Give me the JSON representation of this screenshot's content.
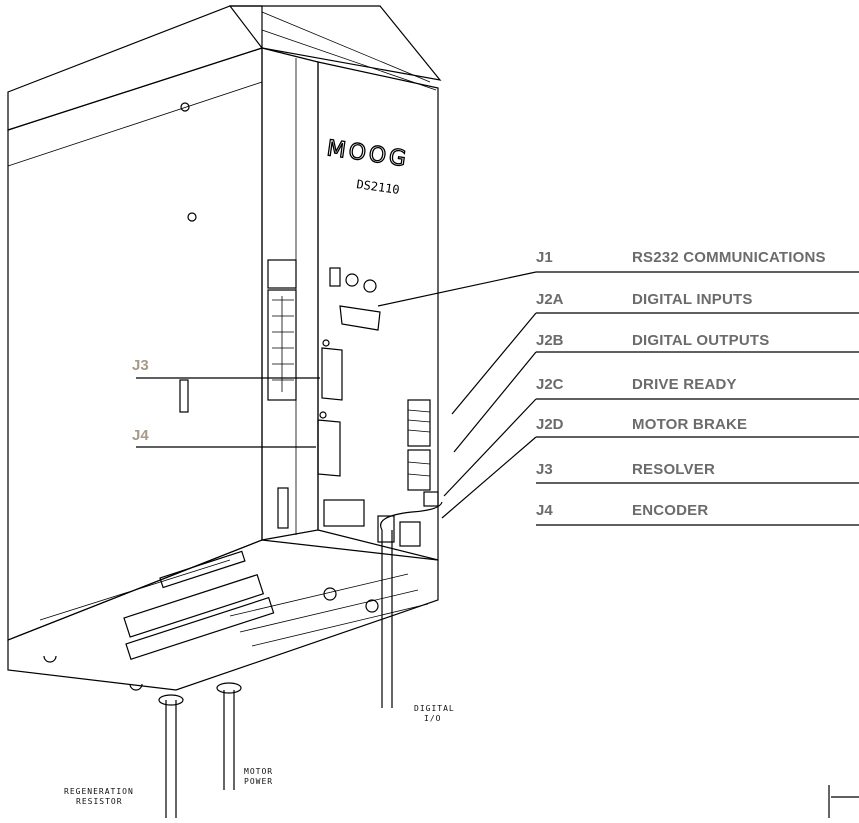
{
  "device": {
    "brand": "MOOG",
    "model": "DS2110"
  },
  "connectors": [
    {
      "code": "J1",
      "description": "RS232 COMMUNICATIONS"
    },
    {
      "code": "J2A",
      "description": "DIGITAL INPUTS"
    },
    {
      "code": "J2B",
      "description": "DIGITAL OUTPUTS"
    },
    {
      "code": "J2C",
      "description": "DRIVE READY"
    },
    {
      "code": "J2D",
      "description": "MOTOR BRAKE"
    },
    {
      "code": "J3",
      "description": "RESOLVER"
    },
    {
      "code": "J4",
      "description": "ENCODER"
    }
  ],
  "side_labels": [
    "J3",
    "J4"
  ],
  "cable_labels": {
    "digital_io": [
      "DIGITAL",
      "I/O"
    ],
    "motor_power": [
      "MOTOR",
      "POWER"
    ],
    "regeneration_resistor": [
      "REGENERATION",
      "RESISTOR"
    ]
  }
}
